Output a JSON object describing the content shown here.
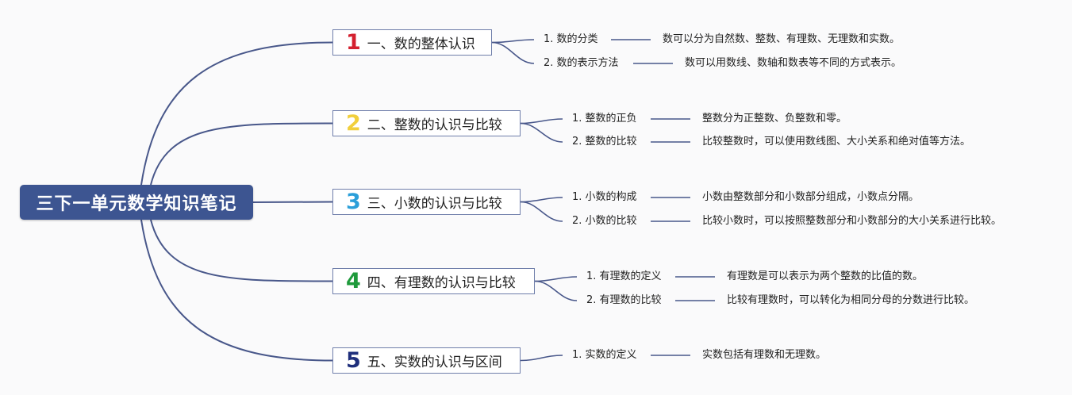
{
  "root": {
    "title": "三下一单元数学知识笔记",
    "color": "#3d5591"
  },
  "line_color": "#48578a",
  "topics": [
    {
      "num": "1",
      "num_color": "#d4202f",
      "label": "一、数的整体认识",
      "items": [
        {
          "title": "1. 数的分类",
          "desc": "数可以分为自然数、整数、有理数、无理数和实数。"
        },
        {
          "title": "2. 数的表示方法",
          "desc": "数可以用数线、数轴和数表等不同的方式表示。"
        }
      ]
    },
    {
      "num": "2",
      "num_color": "#f1cf3c",
      "label": "二、整数的认识与比较",
      "items": [
        {
          "title": "1. 整数的正负",
          "desc": "整数分为正整数、负整数和零。"
        },
        {
          "title": "2. 整数的比较",
          "desc": "比较整数时，可以使用数线图、大小关系和绝对值等方法。"
        }
      ]
    },
    {
      "num": "3",
      "num_color": "#2b9fd9",
      "label": "三、小数的认识与比较",
      "items": [
        {
          "title": "1. 小数的构成",
          "desc": "小数由整数部分和小数部分组成，小数点分隔。"
        },
        {
          "title": "2. 小数的比较",
          "desc": "比较小数时，可以按照整数部分和小数部分的大小关系进行比较。"
        }
      ]
    },
    {
      "num": "4",
      "num_color": "#1e9a3b",
      "label": "四、有理数的认识与比较",
      "items": [
        {
          "title": "1. 有理数的定义",
          "desc": "有理数是可以表示为两个整数的比值的数。"
        },
        {
          "title": "2. 有理数的比较",
          "desc": "比较有理数时，可以转化为相同分母的分数进行比较。"
        }
      ]
    },
    {
      "num": "5",
      "num_color": "#1f2f7c",
      "label": "五、实数的认识与区间",
      "items": [
        {
          "title": "1. 实数的定义",
          "desc": "实数包括有理数和无理数。"
        }
      ]
    }
  ]
}
